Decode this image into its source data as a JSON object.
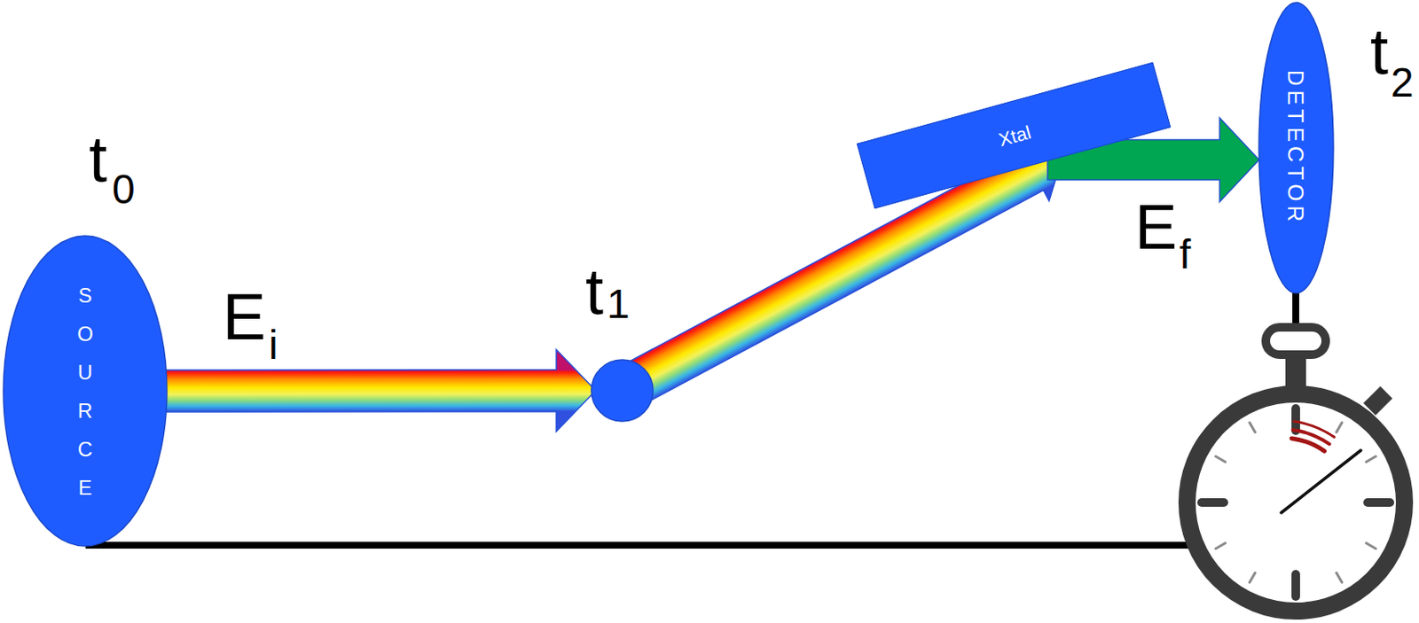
{
  "diagram": {
    "nodes": [
      {
        "text": [
          "SOURCE"
        ]
      },
      {
        "text": [
          "t",
          "1"
        ]
      },
      {
        "text": [
          "Xtal"
        ]
      },
      {
        "text": [
          "DETECTOR"
        ]
      }
    ],
    "edges": [
      {
        "from": 0,
        "to": 1,
        "arrow": "to"
      },
      {
        "from": 1,
        "to": 2,
        "arrow": "to"
      },
      {
        "from": 2,
        "to": 3,
        "arrow": "to"
      }
    ],
    "labels": [
      "t",
      "0",
      "E",
      "i",
      "E",
      "f",
      "t",
      "2"
    ]
  }
}
